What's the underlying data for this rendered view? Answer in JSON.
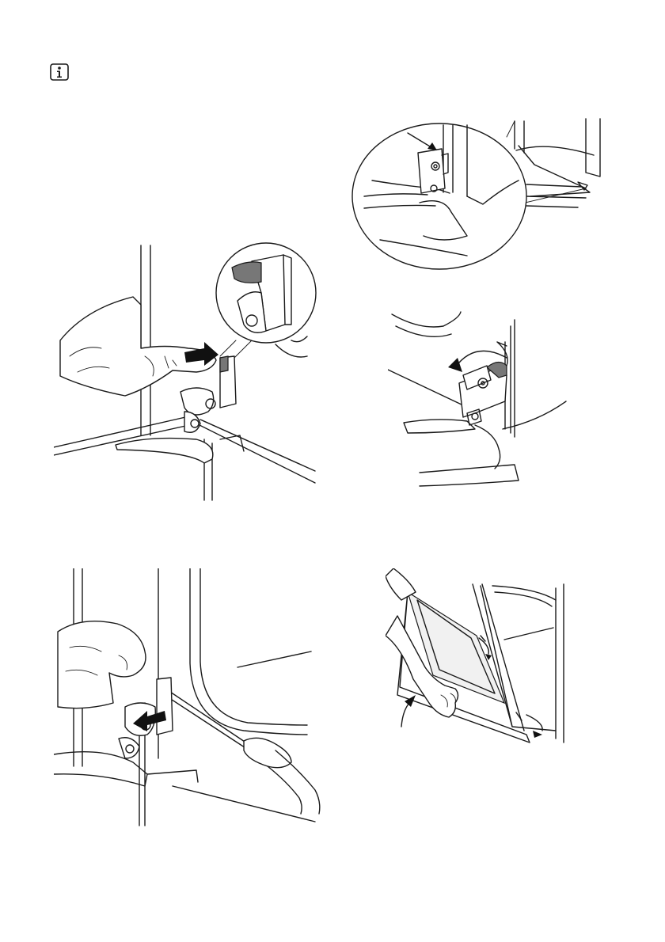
{
  "page": {
    "background": "#ffffff",
    "line_color": "#1a1a1a"
  },
  "icons": {
    "info": "info-icon"
  },
  "figures": [
    {
      "id": "hinge-closeup",
      "icon": "hinge-magnifier-illustration"
    },
    {
      "id": "push-lock",
      "icon": "hand-pushing-hinge-lock-illustration"
    },
    {
      "id": "rotate-lever",
      "icon": "rotate-hinge-lever-illustration"
    },
    {
      "id": "screwdriver",
      "icon": "screwdriver-release-hinge-illustration"
    },
    {
      "id": "remove-glass",
      "icon": "lift-out-door-glass-illustration"
    }
  ]
}
